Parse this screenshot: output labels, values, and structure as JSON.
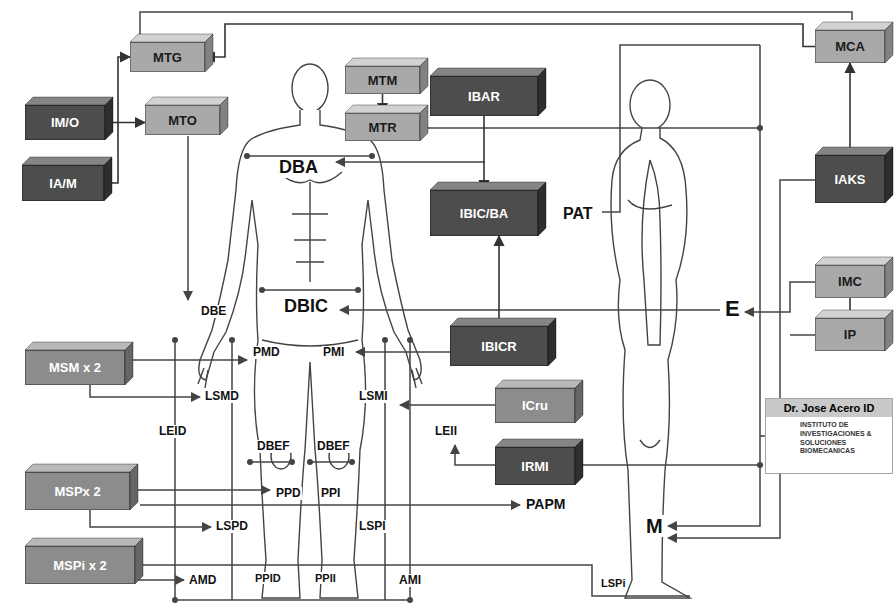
{
  "diagram": {
    "nodes": [
      {
        "text": [
          "MTG"
        ]
      },
      {
        "text": [
          "IM/O"
        ]
      },
      {
        "text": [
          "MTO"
        ]
      },
      {
        "text": [
          "IA/M"
        ]
      },
      {
        "text": [
          "MTM"
        ]
      },
      {
        "text": [
          "MTR"
        ]
      },
      {
        "text": [
          "IBAR"
        ]
      },
      {
        "text": [
          "MCA"
        ]
      },
      {
        "text": [
          "IAKS"
        ]
      },
      {
        "text": [
          "IBIC/BA"
        ]
      },
      {
        "text": [
          "IMC"
        ]
      },
      {
        "text": [
          "IP"
        ]
      },
      {
        "text": [
          "IBICR"
        ]
      },
      {
        "text": [
          "MSM x 2"
        ]
      },
      {
        "text": [
          "ICru"
        ]
      },
      {
        "text": [
          "Dr. Jose Acero ID",
          "INSTITUTO DE INVESTIGACIONES & SOLUCIONES BIOMECANICAS"
        ]
      },
      {
        "text": [
          "IRMI"
        ]
      },
      {
        "text": [
          "MSPx 2"
        ]
      },
      {
        "text": [
          "MSPi x 2"
        ]
      }
    ],
    "edges": [
      {
        "from": 1,
        "to": 2,
        "arrow": "to"
      },
      {
        "from": 3,
        "to": 0,
        "arrow": "to"
      },
      {
        "from": 4,
        "to": 5,
        "arrow": "to"
      },
      {
        "from": 6,
        "to": 9,
        "arrow": "to"
      },
      {
        "from": 12,
        "to": 9,
        "arrow": "to"
      },
      {
        "from": 7,
        "to": 0,
        "arrow": "to"
      },
      {
        "from": 8,
        "to": 7,
        "arrow": "to"
      },
      {
        "from": 10,
        "to": 11,
        "arrow": "none"
      }
    ],
    "labels": [
      "DBA",
      "PAT",
      "DBE",
      "DBIC",
      "E",
      "PMD",
      "PMI",
      "LSMD",
      "LSMI",
      "LEID",
      "LEII",
      "DBEF",
      "DBEF",
      "PPD",
      "PPI",
      "PAPM",
      "LSPD",
      "LSPI",
      "M",
      "AMD",
      "PPID",
      "PPII",
      "AMI",
      "LSPi"
    ]
  }
}
